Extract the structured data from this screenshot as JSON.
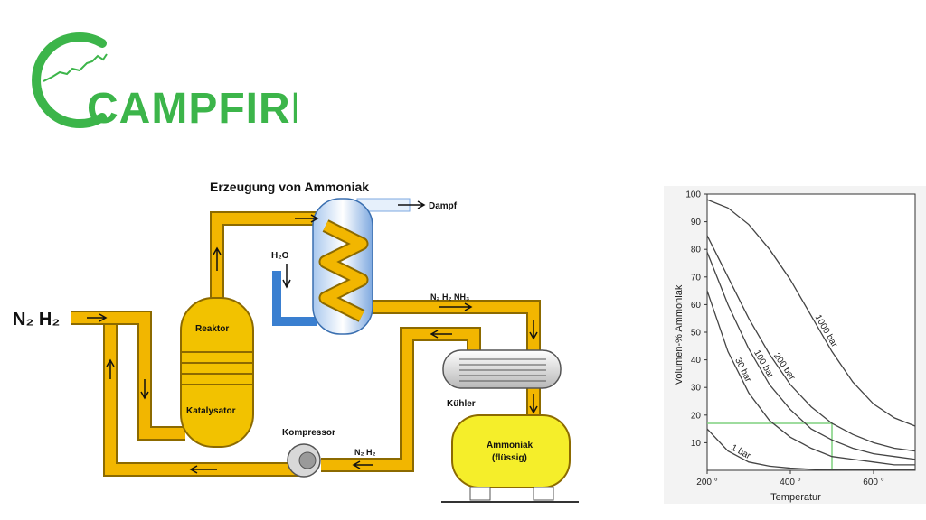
{
  "logo": {
    "text": "CAMPFIRE",
    "color": "#3cb54a"
  },
  "diagram": {
    "title": "Erzeugung von Ammoniak",
    "input_label": "N₂ H₂",
    "steam_label": "Dampf",
    "water_label": "H₂O",
    "gas_mix_label": "N₂ H₂ NH₃",
    "reactor_label": "Reaktor",
    "catalyst_label": "Katalysator",
    "cooler_label": "Kühler",
    "compressor_label": "Kompressor",
    "recycle_label": "N₂ H₂",
    "tank_label_1": "Ammoniak",
    "tank_label_2": "(flüssig)",
    "colors": {
      "pipe": "#f2b600",
      "pipe_dark": "#8c6a00",
      "vessel": "#f2c200",
      "water": "#3a7fd0",
      "tank": "#f5ee2a"
    }
  },
  "chart_data": {
    "type": "line",
    "xlabel": "Temperatur",
    "ylabel": "Volumen-% Ammoniak",
    "xlim": [
      200,
      700
    ],
    "ylim": [
      0,
      100
    ],
    "xticks": [
      200,
      400,
      600
    ],
    "xtick_labels": [
      "200 °",
      "400 °",
      "600 °"
    ],
    "yticks": [
      10,
      20,
      30,
      40,
      50,
      60,
      70,
      80,
      90,
      100
    ],
    "series": [
      {
        "name": "1000 bar",
        "x": [
          200,
          250,
          300,
          350,
          400,
          450,
          500,
          550,
          600,
          650,
          700
        ],
        "y": [
          98,
          95,
          89,
          80,
          69,
          56,
          43,
          32,
          24,
          19,
          16
        ]
      },
      {
        "name": "200 bar",
        "x": [
          200,
          250,
          300,
          350,
          400,
          450,
          500,
          550,
          600,
          650,
          700
        ],
        "y": [
          85,
          70,
          55,
          42,
          31,
          23,
          17,
          13,
          10,
          8,
          7
        ]
      },
      {
        "name": "100 bar",
        "x": [
          200,
          250,
          300,
          350,
          400,
          450,
          500,
          550,
          600,
          650,
          700
        ],
        "y": [
          79,
          60,
          44,
          31,
          22,
          15,
          11,
          8,
          6,
          5,
          4
        ]
      },
      {
        "name": "30 bar",
        "x": [
          200,
          250,
          300,
          350,
          400,
          450,
          500,
          550,
          600,
          650,
          700
        ],
        "y": [
          65,
          43,
          28,
          18,
          12,
          8,
          5,
          4,
          3,
          2,
          2
        ]
      },
      {
        "name": "1 bar",
        "x": [
          200,
          250,
          300,
          350,
          400,
          450,
          500,
          550,
          600,
          650,
          700
        ],
        "y": [
          15,
          7,
          3,
          1.5,
          0.8,
          0.4,
          0.2,
          0.1,
          0.1,
          0.1,
          0.1
        ]
      }
    ],
    "highlight": {
      "x": 500,
      "y": 17,
      "color": "#7fd07f"
    },
    "grid": false,
    "background": "#f3f3f3"
  }
}
